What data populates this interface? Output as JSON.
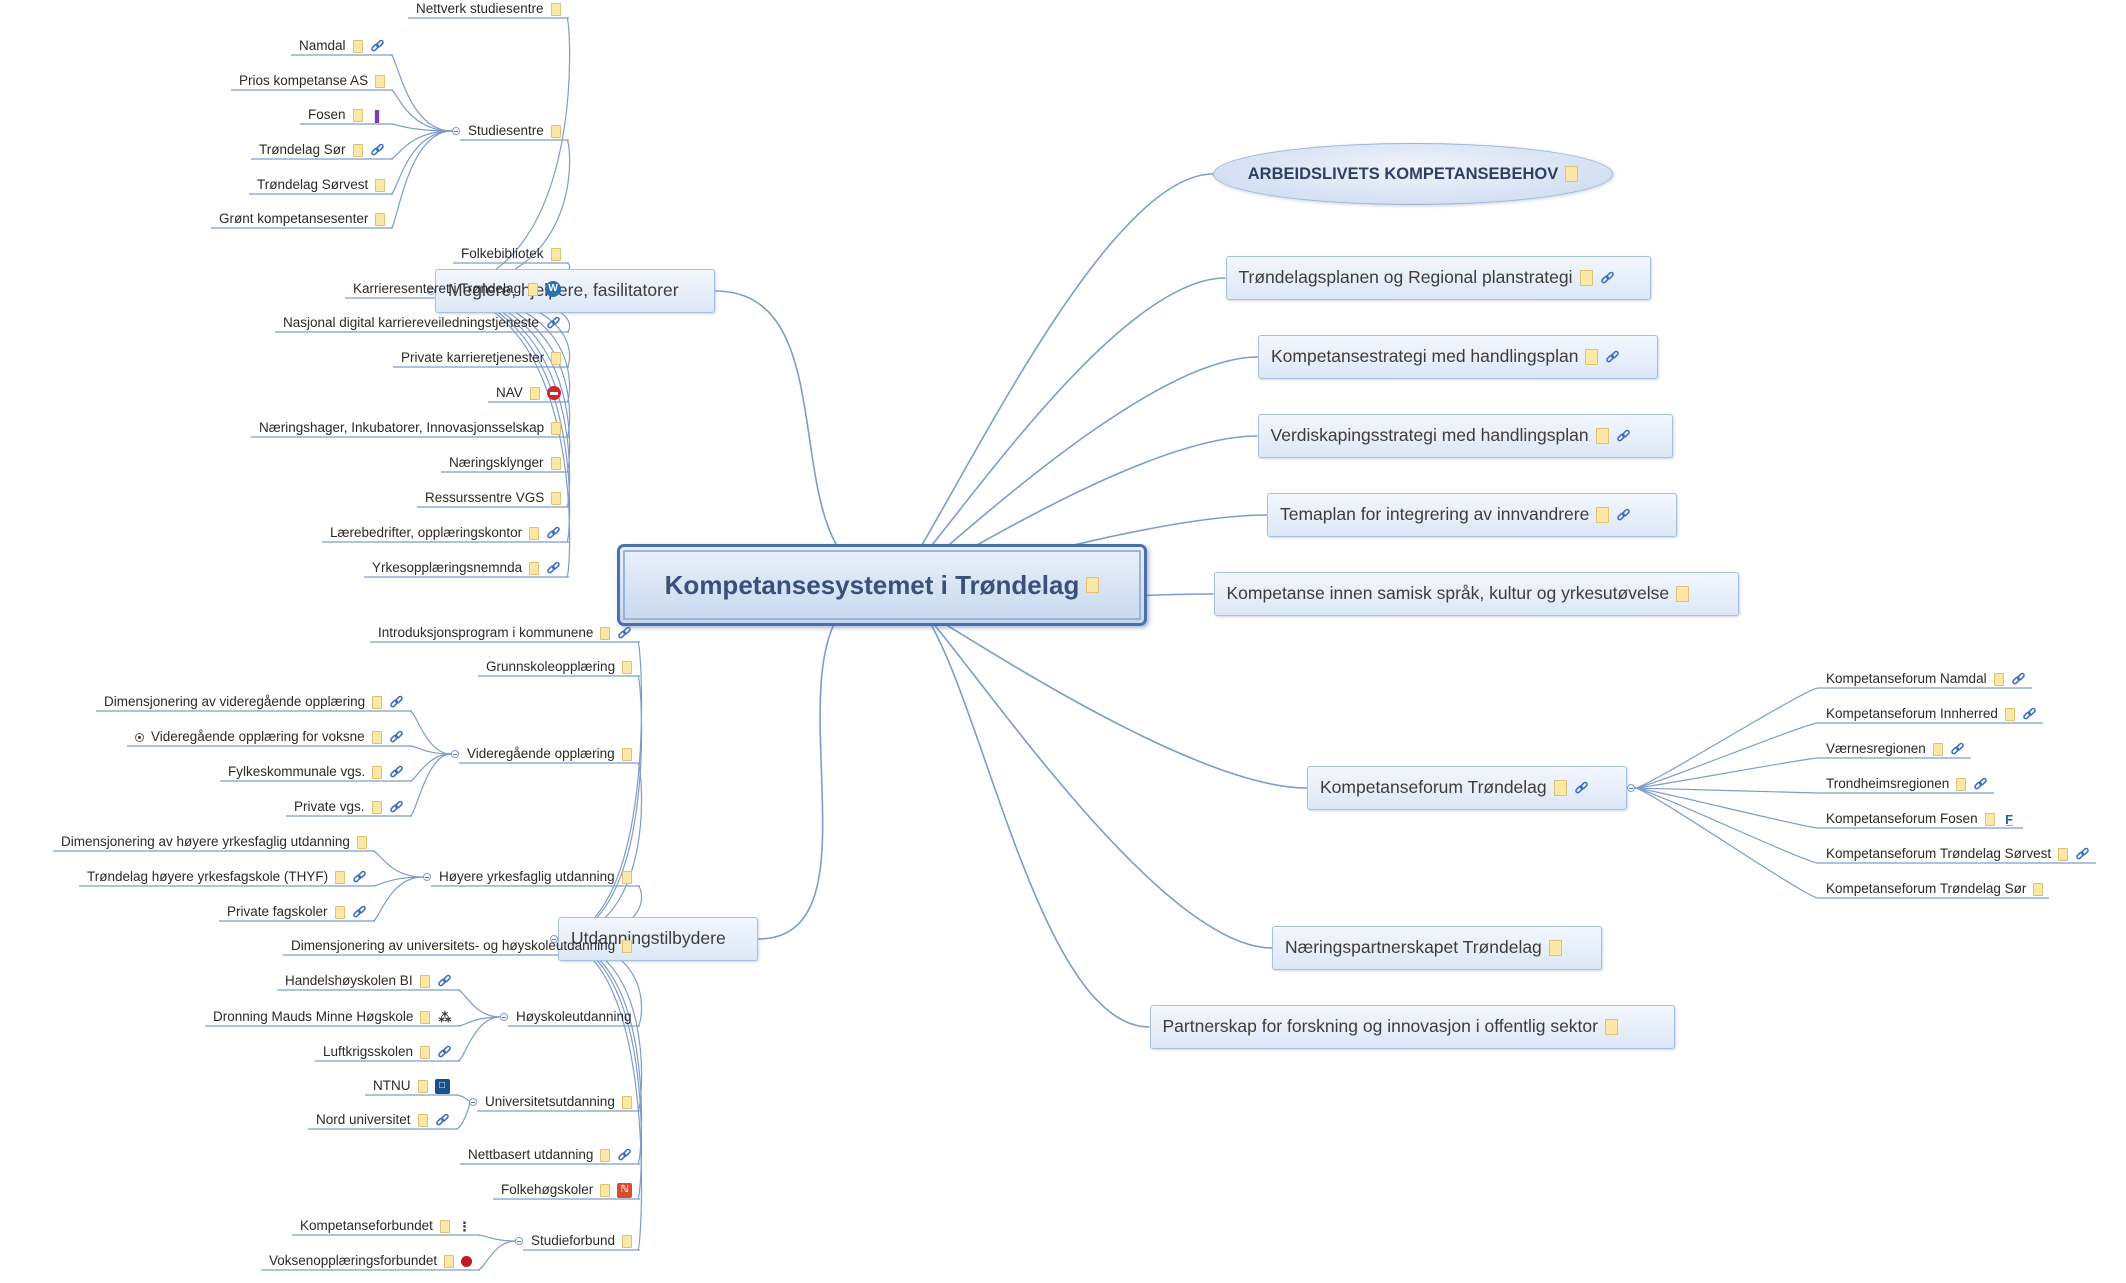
{
  "central": {
    "title": "Kompetansesystemet i Trøndelag",
    "icons": [
      "note-icon"
    ]
  },
  "right_branches": [
    {
      "label": "ARBEIDSLIVETS KOMPETANSEBEHOV",
      "icons": [
        "note-icon"
      ],
      "shape": "oval"
    },
    {
      "label": "Trøndelagsplanen og Regional planstrategi",
      "icons": [
        "note-icon",
        "link-icon"
      ]
    },
    {
      "label": "Kompetansestrategi med handlingsplan",
      "icons": [
        "note-icon",
        "link-icon"
      ]
    },
    {
      "label": "Verdiskapingsstrategi med handlingsplan",
      "icons": [
        "note-icon",
        "link-icon"
      ]
    },
    {
      "label": "Temaplan for integrering av innvandrere",
      "icons": [
        "note-icon",
        "link-icon"
      ]
    },
    {
      "label": "Kompetanse innen samisk språk, kultur og yrkesutøvelse",
      "icons": [
        "note-icon"
      ]
    },
    {
      "label": "Kompetanseforum Trøndelag",
      "icons": [
        "note-icon",
        "link-icon"
      ],
      "children": [
        {
          "label": "Kompetanseforum Namdal",
          "icons": [
            "note-icon",
            "link-icon"
          ]
        },
        {
          "label": "Kompetanseforum Innherred",
          "icons": [
            "note-icon",
            "link-icon"
          ]
        },
        {
          "label": "Værnesregionen",
          "icons": [
            "note-icon",
            "link-icon"
          ]
        },
        {
          "label": "Trondheimsregionen",
          "icons": [
            "note-icon",
            "link-icon"
          ]
        },
        {
          "label": "Kompetanseforum Fosen",
          "icons": [
            "note-icon",
            "fk-logo-icon"
          ]
        },
        {
          "label": "Kompetanseforum Trøndelag Sørvest",
          "icons": [
            "note-icon",
            "link-icon"
          ]
        },
        {
          "label": "Kompetanseforum Trøndelag Sør",
          "icons": [
            "note-icon"
          ]
        }
      ]
    },
    {
      "label": "Næringspartnerskapet Trøndelag",
      "icons": [
        "note-icon"
      ]
    },
    {
      "label": "Partnerskap for forskning og innovasjon i offentlig sektor",
      "icons": [
        "note-icon"
      ]
    }
  ],
  "left_branches": [
    {
      "label": "Meglere, hjelpere, fasilitatorer",
      "children": [
        {
          "label": "Nettverk studiesentre",
          "icons": [
            "note-icon"
          ]
        },
        {
          "label": "Studiesentre",
          "icons": [
            "note-icon"
          ],
          "children": [
            {
              "label": "Namdal",
              "icons": [
                "note-icon",
                "link-icon"
              ]
            },
            {
              "label": "Prios kompetanse AS",
              "icons": [
                "note-icon"
              ]
            },
            {
              "label": "Fosen",
              "icons": [
                "note-icon",
                "tag-icon"
              ]
            },
            {
              "label": "Trøndelag Sør",
              "icons": [
                "note-icon",
                "link-icon"
              ]
            },
            {
              "label": "Trøndelag Sørvest",
              "icons": [
                "note-icon"
              ]
            },
            {
              "label": "Grønt kompetansesenter",
              "icons": [
                "note-icon"
              ]
            }
          ]
        },
        {
          "label": "Folkebibliotek",
          "icons": [
            "note-icon"
          ]
        },
        {
          "label": "Karrieresenteret i Trøndelag",
          "icons": [
            "note-icon",
            "web-icon"
          ]
        },
        {
          "label": "Nasjonal digital karriereveiledningstjeneste",
          "icons": [
            "link-icon"
          ]
        },
        {
          "label": "Private karrieretjenester",
          "icons": [
            "note-icon"
          ]
        },
        {
          "label": "NAV",
          "icons": [
            "note-icon",
            "stop-icon"
          ]
        },
        {
          "label": "Næringshager, Inkubatorer, Innovasjonsselskap",
          "icons": [
            "note-icon"
          ]
        },
        {
          "label": "Næringsklynger",
          "icons": [
            "note-icon"
          ]
        },
        {
          "label": "Ressurssentre VGS",
          "icons": [
            "note-icon"
          ]
        },
        {
          "label": "Lærebedrifter, opplæringskontor",
          "icons": [
            "note-icon",
            "link-icon"
          ]
        },
        {
          "label": "Yrkesopplæringsnemnda",
          "icons": [
            "note-icon",
            "link-icon"
          ]
        }
      ]
    },
    {
      "label": "Utdanningstilbydere",
      "children": [
        {
          "label": "Introduksjonsprogram i kommunene",
          "icons": [
            "note-icon",
            "link-icon"
          ]
        },
        {
          "label": "Grunnskoleopplæring",
          "icons": [
            "note-icon"
          ]
        },
        {
          "label": "Videregående opplæring",
          "icons": [
            "note-icon"
          ],
          "children": [
            {
              "label": "Dimensjonering av videregående opplæring",
              "icons": [
                "note-icon",
                "link-icon"
              ]
            },
            {
              "label": "Videregående opplæring for voksne",
              "icons": [
                "note-icon",
                "link-icon"
              ]
            },
            {
              "label": "Fylkeskommunale vgs.",
              "icons": [
                "note-icon",
                "link-icon"
              ]
            },
            {
              "label": "Private vgs.",
              "icons": [
                "note-icon",
                "link-icon"
              ]
            }
          ]
        },
        {
          "label": "Høyere yrkesfaglig utdanning",
          "icons": [
            "note-icon"
          ],
          "children": [
            {
              "label": "Dimensjonering av høyere yrkesfaglig utdanning",
              "icons": [
                "note-icon"
              ]
            },
            {
              "label": "Trøndelag høyere yrkesfagskole (THYF)",
              "icons": [
                "note-icon",
                "link-icon"
              ]
            },
            {
              "label": "Private fagskoler",
              "icons": [
                "note-icon",
                "link-icon"
              ]
            }
          ]
        },
        {
          "label": "Dimensjonering av universitets- og høyskoleutdanning",
          "icons": [
            "note-icon"
          ]
        },
        {
          "label": "Høyskoleutdanning",
          "icons": [],
          "children": [
            {
              "label": "Handelshøyskolen BI",
              "icons": [
                "note-icon",
                "link-icon"
              ]
            },
            {
              "label": "Dronning Mauds Minne Høgskole",
              "icons": [
                "note-icon",
                "people-icon"
              ]
            },
            {
              "label": "Luftkrigsskolen",
              "icons": [
                "note-icon",
                "link-icon"
              ]
            }
          ]
        },
        {
          "label": "Universitetsutdanning",
          "icons": [
            "note-icon"
          ],
          "children": [
            {
              "label": "NTNU",
              "icons": [
                "note-icon",
                "ntnu-logo-icon"
              ]
            },
            {
              "label": "Nord universitet",
              "icons": [
                "note-icon",
                "link-icon"
              ]
            }
          ]
        },
        {
          "label": "Nettbasert utdanning",
          "icons": [
            "note-icon",
            "link-icon"
          ]
        },
        {
          "label": "Folkehøgskoler",
          "icons": [
            "note-icon",
            "rss-icon"
          ]
        },
        {
          "label": "Studieforbund",
          "icons": [
            "note-icon"
          ],
          "children": [
            {
              "label": "Kompetanseforbundet",
              "icons": [
                "note-icon",
                "hierarchy-icon"
              ]
            },
            {
              "label": "Voksenopplæringsforbundet",
              "icons": [
                "note-icon",
                "red-dot-icon"
              ]
            }
          ]
        }
      ]
    }
  ]
}
